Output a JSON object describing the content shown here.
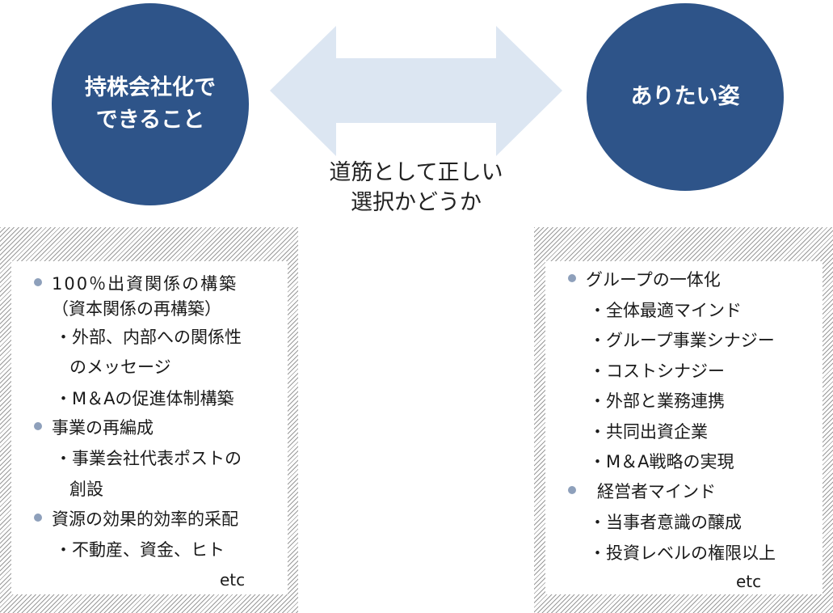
{
  "left_circle": {
    "line1": "持株会社化で",
    "line2": "できること",
    "color": "#2e5489"
  },
  "right_circle": {
    "label": "ありたい姿",
    "color": "#2e5489"
  },
  "arrow": {
    "color": "#dce6f2"
  },
  "caption": {
    "line1": "道筋として正しい",
    "line2": "選択かどうか"
  },
  "left_panel": {
    "items": [
      {
        "bullet": true,
        "text": "100％出資関係の構築"
      },
      {
        "bullet": false,
        "text": "（資本関係の再構築）"
      },
      {
        "bullet": false,
        "text": "・外部、内部への関係性"
      },
      {
        "bullet": false,
        "text": "のメッセージ"
      },
      {
        "bullet": false,
        "text": "・M＆Aの促進体制構築"
      },
      {
        "bullet": true,
        "text": "事業の再編成"
      },
      {
        "bullet": false,
        "text": "・事業会社代表ポストの"
      },
      {
        "bullet": false,
        "text": "創設"
      },
      {
        "bullet": true,
        "text": "資源の効果的効率的采配"
      },
      {
        "bullet": false,
        "text": "・不動産、資金、ヒト"
      }
    ],
    "etc": "etc"
  },
  "right_panel": {
    "items": [
      {
        "bullet": true,
        "text": "グループの一体化"
      },
      {
        "bullet": false,
        "text": "・全体最適マインド"
      },
      {
        "bullet": false,
        "text": "・グループ事業シナジー"
      },
      {
        "bullet": false,
        "text": "・コストシナジー"
      },
      {
        "bullet": false,
        "text": "・外部と業務連携"
      },
      {
        "bullet": false,
        "text": "・共同出資企業"
      },
      {
        "bullet": false,
        "text": "・M＆A戦略の実現"
      },
      {
        "bullet": true,
        "text": "経営者マインド"
      },
      {
        "bullet": false,
        "text": "・当事者意識の醸成"
      },
      {
        "bullet": false,
        "text": "・投資レベルの権限以上"
      }
    ],
    "etc": "etc"
  }
}
